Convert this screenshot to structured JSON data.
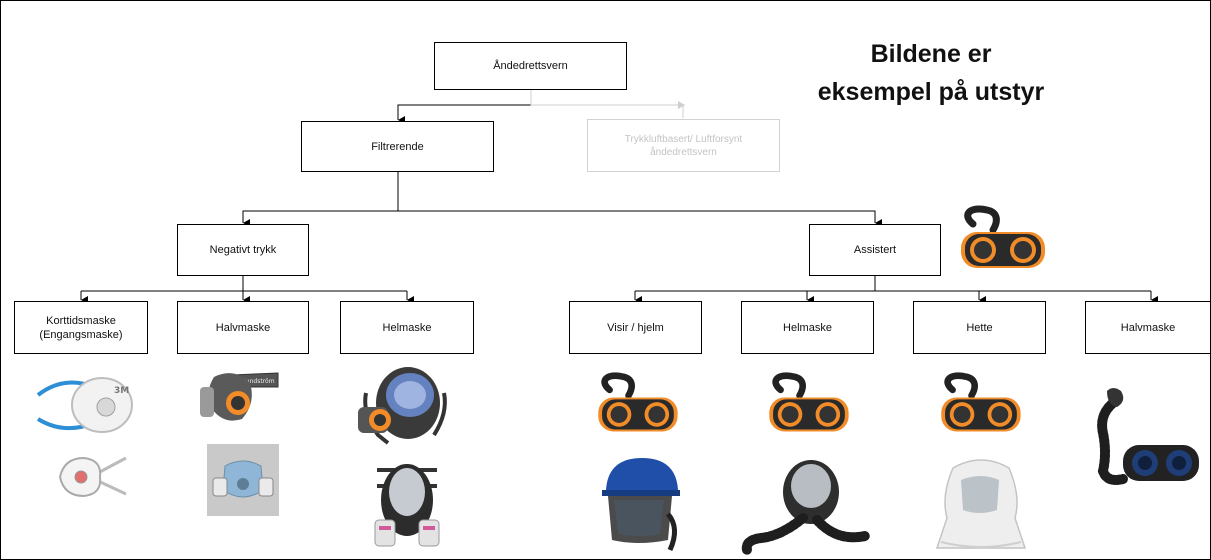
{
  "caption": "Bildene er\neksempel på utstyr",
  "nodes": {
    "root": "Åndedrettsvern",
    "filtering": "Filtrerende",
    "supplied_air": "Trykkluftbasert/ Luftforsynt\nåndedrettsvern",
    "negative_pressure": "Negativt trykk",
    "assisted": "Assistert",
    "np_disposable": "Korttidsmaske\n(Engangsmaske)",
    "np_half": "Halvmaske",
    "np_full": "Helmaske",
    "as_visor": "Visir  / hjelm",
    "as_full": "Helmaske",
    "as_hood": "Hette",
    "as_half": "Halvmaske"
  },
  "icons": {
    "disposable_mask_1": "disposable-respirator-icon",
    "disposable_mask_2": "disposable-respirator-icon",
    "half_mask_filters_1": "half-mask-respirator-icon",
    "half_mask_filters_2": "half-mask-respirator-icon",
    "full_face_mask_1": "full-face-mask-icon",
    "full_face_mask_2": "full-face-mask-icon",
    "powered_unit": "powered-air-purifying-unit-icon",
    "helmet_visor": "helmet-visor-icon",
    "full_mask_hose": "full-mask-with-hose-icon",
    "hood": "hood-icon",
    "half_mask_hose": "half-mask-with-hose-icon"
  },
  "colors": {
    "box_border": "#000000",
    "faded": "#c8c8c8",
    "accent_orange": "#f28c28",
    "filter_blue": "#2f8fd6"
  }
}
